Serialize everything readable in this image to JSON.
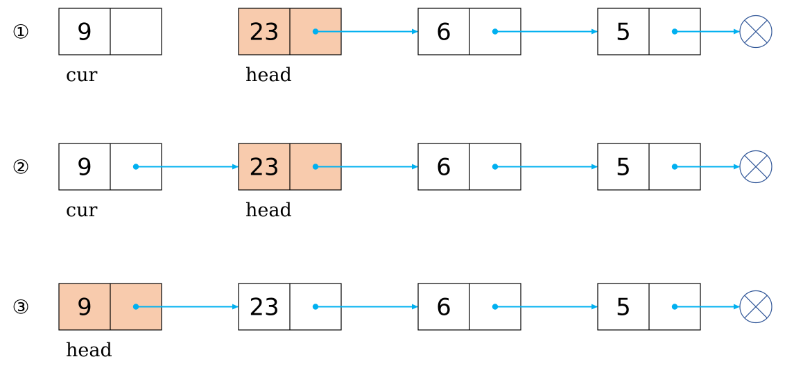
{
  "colors": {
    "highlight_fill": "#F8CBAD",
    "node_fill": "#FFFFFF",
    "node_stroke": "#000000",
    "arrow": "#00B0F0",
    "null_stroke": "#2F5597"
  },
  "rows": [
    {
      "step": "①",
      "nodes": [
        {
          "value": "9",
          "highlighted": false,
          "has_next": false,
          "label": "cur"
        },
        {
          "value": "23",
          "highlighted": true,
          "has_next": true,
          "label": "head"
        },
        {
          "value": "6",
          "highlighted": false,
          "has_next": true,
          "label": ""
        },
        {
          "value": "5",
          "highlighted": false,
          "has_next": true,
          "label": ""
        }
      ]
    },
    {
      "step": "②",
      "nodes": [
        {
          "value": "9",
          "highlighted": false,
          "has_next": true,
          "label": "cur"
        },
        {
          "value": "23",
          "highlighted": true,
          "has_next": true,
          "label": "head"
        },
        {
          "value": "6",
          "highlighted": false,
          "has_next": true,
          "label": ""
        },
        {
          "value": "5",
          "highlighted": false,
          "has_next": true,
          "label": ""
        }
      ]
    },
    {
      "step": "③",
      "nodes": [
        {
          "value": "9",
          "highlighted": true,
          "has_next": true,
          "label": "head"
        },
        {
          "value": "23",
          "highlighted": false,
          "has_next": true,
          "label": ""
        },
        {
          "value": "6",
          "highlighted": false,
          "has_next": true,
          "label": ""
        },
        {
          "value": "5",
          "highlighted": false,
          "has_next": true,
          "label": ""
        }
      ]
    }
  ],
  "null_icon": "null-circle-cross-icon"
}
